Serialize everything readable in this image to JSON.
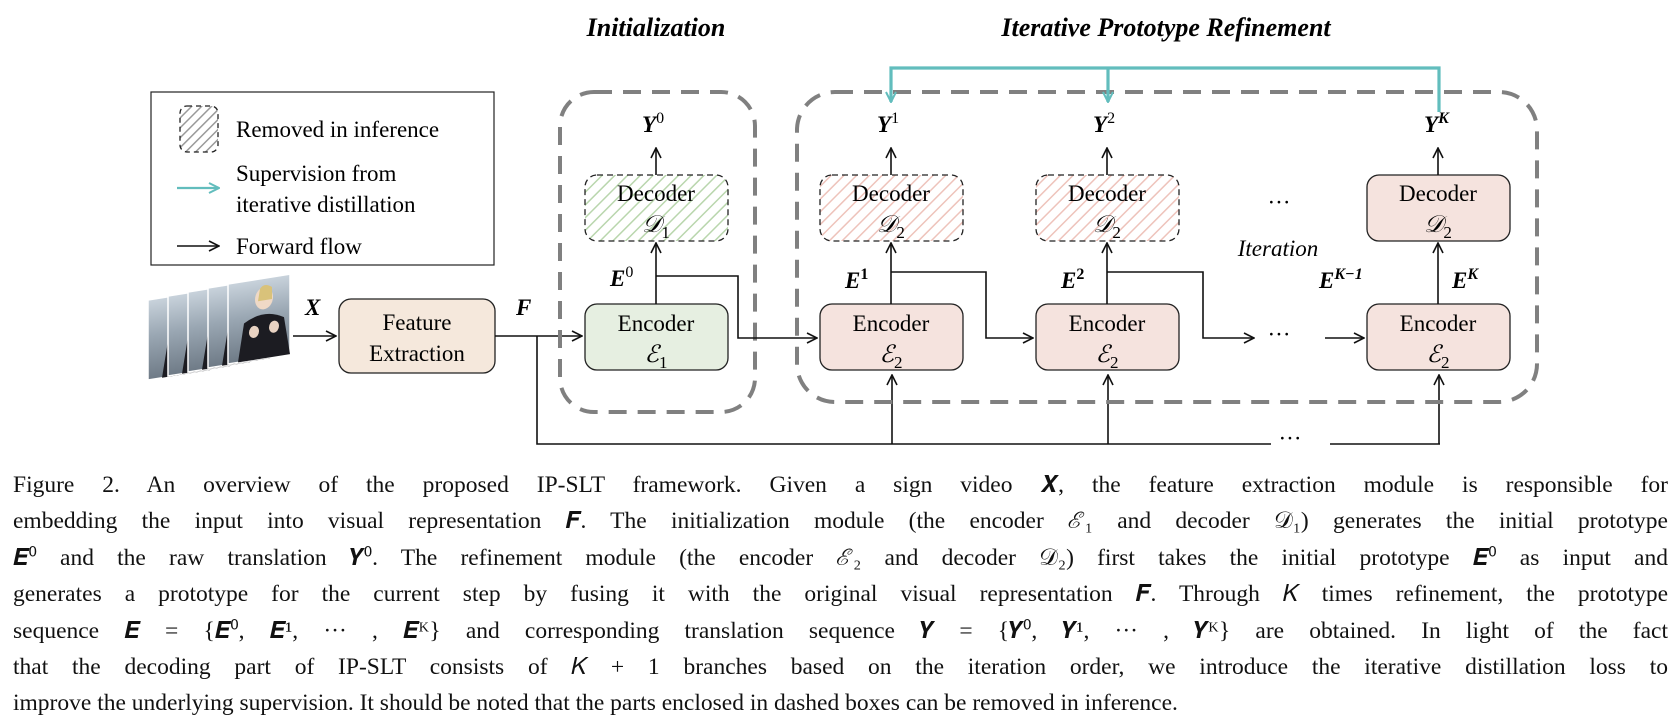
{
  "diagram": {
    "section_titles": {
      "init": "Initialization",
      "refine": "Iterative Prototype Refinement"
    },
    "legend": {
      "removed": "Removed in inference",
      "supervision_line1": "Supervision from",
      "supervision_line2": "iterative distillation",
      "forward": "Forward flow"
    },
    "input_label": "X",
    "feature_label": "F",
    "feature_box": {
      "line1": "Feature",
      "line2": "Extraction"
    },
    "encoder_label": "Encoder",
    "decoder_label": "Decoder",
    "encoders": [
      {
        "sym": "ℰ",
        "sub": "1",
        "emb": "E",
        "emb_sup": "0"
      },
      {
        "sym": "ℰ",
        "sub": "2",
        "emb": "E",
        "emb_sup": "1"
      },
      {
        "sym": "ℰ",
        "sub": "2",
        "emb": "E",
        "emb_sup": "2"
      },
      {
        "sym": "ℰ",
        "sub": "2",
        "emb": "E",
        "emb_sup": "K"
      }
    ],
    "decoders": [
      {
        "sym": "𝒟",
        "sub": "1",
        "out": "Y",
        "out_sup": "0"
      },
      {
        "sym": "𝒟",
        "sub": "2",
        "out": "Y",
        "out_sup": "1"
      },
      {
        "sym": "𝒟",
        "sub": "2",
        "out": "Y",
        "out_sup": "2"
      },
      {
        "sym": "𝒟",
        "sub": "2",
        "out": "Y",
        "out_sup": "K"
      }
    ],
    "ellipsis": "···",
    "iteration_label": "Iteration",
    "ek_minus": {
      "base": "E",
      "sup": "K−1"
    },
    "colors": {
      "teal": "#62bdbd",
      "encoder_green": "#e6efe1",
      "pink": "#f5e3de",
      "feature_fill": "#f5e8dc",
      "dash_gray": "#808080"
    }
  },
  "caption": {
    "lines": [
      "Figure 2. An overview of the proposed IP-SLT framework. Given a sign video 𝑿, the feature extraction module is responsible for",
      "embedding the input into visual representation 𝑭. The initialization module (the encoder ℰ₁ and decoder 𝒟₁) generates the initial prototype",
      "𝑬⁰ and the raw translation 𝒀⁰. The refinement module (the encoder ℰ₂ and decoder 𝒟₂) first takes the initial prototype 𝑬⁰ as input and",
      "generates a prototype for the current step by fusing it with the original visual representation 𝑭. Through 𝐾 times refinement, the prototype",
      "sequence 𝑬 = {𝑬⁰, 𝑬¹, ··· , 𝑬ᴷ} and corresponding translation sequence 𝒀 = {𝒀⁰, 𝒀¹, ··· , 𝒀ᴷ} are obtained. In light of the fact",
      "that the decoding part of IP-SLT consists of 𝐾 + 1 branches based on the iteration order, we introduce the iterative distillation loss to",
      "improve the underlying supervision. It should be noted that the parts enclosed in dashed boxes can be removed in inference."
    ]
  }
}
